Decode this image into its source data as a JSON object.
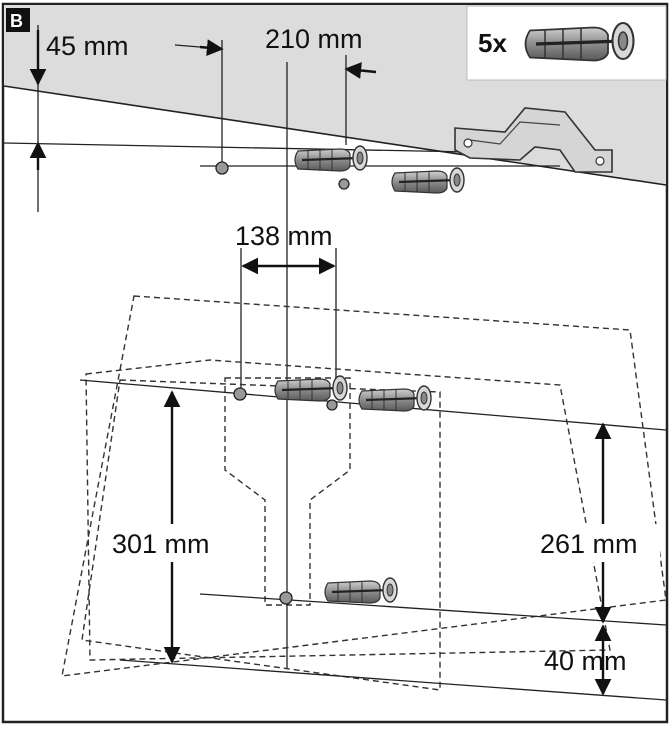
{
  "panel": {
    "label": "B",
    "quantity": "5x"
  },
  "dimensions": {
    "top_offset": "45 mm",
    "top_spacing": "210 mm",
    "mid_spacing": "138 mm",
    "vertical_total": "301 mm",
    "vertical_upper": "261 mm",
    "vertical_lower": "40 mm"
  },
  "colors": {
    "ceiling_fill": "#dcdcdc",
    "badge_fill": "#111111",
    "dowel_fill": "#9a9a9a",
    "ink": "#111111"
  }
}
